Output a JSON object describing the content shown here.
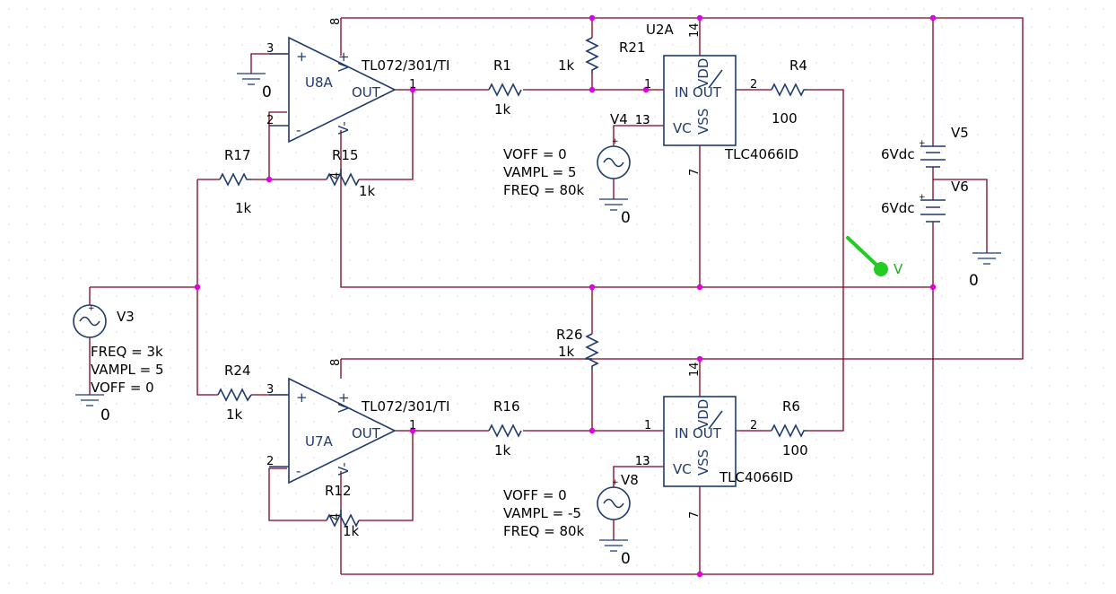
{
  "opamps": {
    "u8a": {
      "ref": "U8A",
      "part": "TL072/301/TI",
      "plus": "+",
      "minus": "-",
      "vplus": "V+",
      "vminus": "V-",
      "out": "OUT",
      "pin_in_plus": "3",
      "pin_in_minus": "2",
      "pin_out": "1",
      "pin_vp": "8",
      "pin_vm": "4"
    },
    "u7a": {
      "ref": "U7A",
      "part": "TL072/301/TI",
      "plus": "+",
      "minus": "-",
      "vplus": "V+",
      "vminus": "V-",
      "out": "OUT",
      "pin_in_plus": "3",
      "pin_in_minus": "2",
      "pin_out": "1",
      "pin_vp": "8",
      "pin_vm": "4"
    }
  },
  "switches": {
    "u2a": {
      "ref": "U2A",
      "part": "TLC4066ID",
      "in": "IN",
      "out": "OUT",
      "vc": "VC",
      "vss": "VSS",
      "vdd": "VDD",
      "pin_in": "1",
      "pin_out": "2",
      "pin_vc": "13",
      "pin_vdd": "14",
      "pin_vss": "7"
    },
    "u_low": {
      "part": "TLC4066ID",
      "in": "IN",
      "out": "OUT",
      "vc": "VC",
      "vss": "VSS",
      "vdd": "VDD",
      "pin_in": "1",
      "pin_out": "2",
      "pin_vc": "13",
      "pin_vdd": "14",
      "pin_vss": "7"
    }
  },
  "resistors": {
    "r1": {
      "ref": "R1",
      "value": "1k"
    },
    "r21": {
      "ref": "R21",
      "value": "1k"
    },
    "r4": {
      "ref": "R4",
      "value": "100"
    },
    "r17": {
      "ref": "R17",
      "value": "1k"
    },
    "r15": {
      "ref": "R15",
      "value": "1k"
    },
    "r26": {
      "ref": "R26",
      "value": "1k"
    },
    "r24": {
      "ref": "R24",
      "value": "1k"
    },
    "r16": {
      "ref": "R16",
      "value": "1k"
    },
    "r6": {
      "ref": "R6",
      "value": "100"
    },
    "r12": {
      "ref": "R12",
      "value": "1k"
    }
  },
  "sources": {
    "v4": {
      "ref": "V4",
      "pin": "13",
      "voff": "VOFF = 0",
      "vampl": "VAMPL = 5",
      "freq": "FREQ = 80k"
    },
    "v8": {
      "ref": "V8",
      "pin": "13",
      "voff": "VOFF = 0",
      "vampl": "VAMPL = -5",
      "freq": "FREQ = 80k"
    },
    "v3": {
      "ref": "V3",
      "freq": "FREQ = 3k",
      "vampl": "VAMPL = 5",
      "voff": "VOFF = 0"
    },
    "v5": {
      "ref": "V5",
      "value": "6Vdc"
    },
    "v6": {
      "ref": "V6",
      "value": "6Vdc"
    }
  },
  "grounds": {
    "label": "0"
  },
  "probe": {
    "label": "V",
    "color": "#22cc22"
  },
  "colors": {
    "wire": "#800020",
    "component": "#1f3a6e",
    "junction": "#e000e0"
  }
}
